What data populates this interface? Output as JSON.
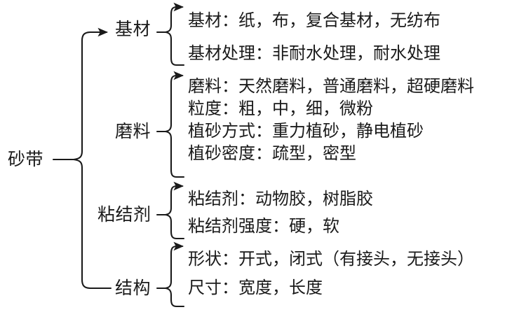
{
  "diagram": {
    "type": "tree-diagram",
    "title_text": "砂带",
    "ink_color": "#1a1a1a",
    "background_color": "#ffffff",
    "root": {
      "label": "砂带"
    },
    "categories": [
      {
        "label": "基材"
      },
      {
        "label": "磨料"
      },
      {
        "label": "粘结剂"
      },
      {
        "label": "结构"
      }
    ],
    "leaves": [
      {
        "label": "基材：纸，布，复合基材，无纺布"
      },
      {
        "label": "基材处理：非耐水处理，耐水处理"
      },
      {
        "label": "磨料：天然磨料，普通磨料，超硬磨料"
      },
      {
        "label": "粒度：粗，中，细，微粉"
      },
      {
        "label": "植砂方式：重力植砂，静电植砂"
      },
      {
        "label": "植砂密度：疏型，密型"
      },
      {
        "label": "粘结剂：动物胶，树脂胶"
      },
      {
        "label": "粘结剂强度：硬，软"
      },
      {
        "label": "形状：开式，闭式（有接头，无接头）"
      },
      {
        "label": "尺寸：宽度，长度"
      }
    ]
  }
}
